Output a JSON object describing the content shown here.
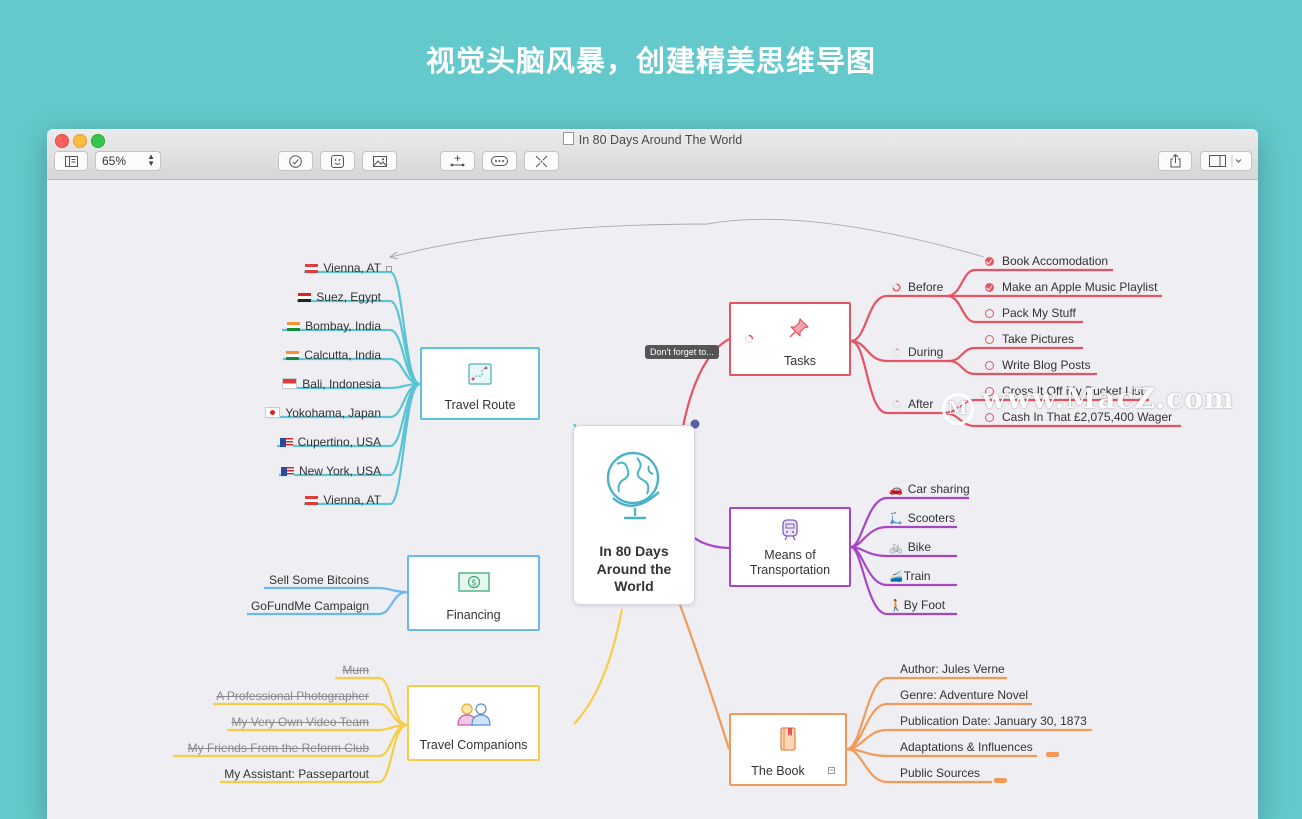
{
  "promo_title": "视觉头脑风暴，创建精美思维导图",
  "window": {
    "title": "In 80 Days Around The World",
    "zoom": "65%"
  },
  "tooltip": "Don't forget to...",
  "center": {
    "title": "In 80 Days Around the World"
  },
  "travel_route": {
    "title": "Travel Route",
    "items": [
      "Vienna, AT",
      "Suez, Egypt",
      "Bombay, India",
      "Calcutta, India",
      "Bali, Indonesia",
      "Yokohama, Japan",
      "Cupertino, USA",
      "New York, USA",
      "Vienna, AT"
    ]
  },
  "financing": {
    "title": "Financing",
    "items": [
      "Sell Some Bitcoins",
      "GoFundMe Campaign"
    ]
  },
  "companions": {
    "title": "Travel Companions",
    "items": [
      "Mum",
      "A Professional Photographer",
      "My Very Own Video Team",
      "My Friends From the Reform Club",
      "My Assistant: Passepartout"
    ]
  },
  "tasks": {
    "title": "Tasks",
    "phases": [
      "Before",
      "During",
      "After"
    ],
    "items": [
      "Book Accomodation",
      "Make an Apple Music Playlist",
      "Pack My Stuff",
      "Take Pictures",
      "Write Blog Posts",
      "Cross It Off My Bucket List",
      "Cash In That £2,075,400 Wager"
    ]
  },
  "transport": {
    "title": "Means of Transportation",
    "items": [
      "Car sharing",
      "Scooters",
      "Bike",
      "Train",
      "By Foot"
    ]
  },
  "book": {
    "title": "The Book",
    "items": [
      "Author: Jules Verne",
      "Genre: Adventure Novel",
      "Publication Date: January 30, 1873",
      "Adaptations & Influences",
      "Public Sources"
    ]
  },
  "watermark": "www.MacZ.com",
  "colors": {
    "background": "#63c9cc",
    "route": "#5bc4d4",
    "financing": "#6ab8f0",
    "companions": "#f7cc46",
    "tasks": "#e65364",
    "transport": "#a646c4",
    "book": "#f29a57"
  }
}
